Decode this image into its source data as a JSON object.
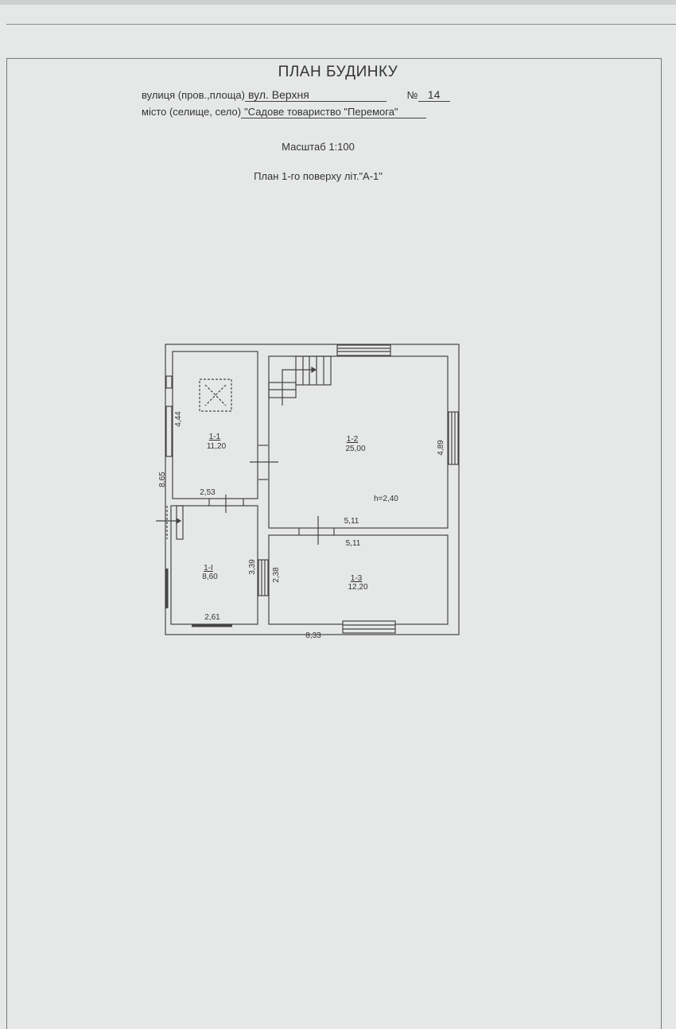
{
  "document": {
    "title": "ПЛАН БУДИНКУ",
    "street_label": "вулиця (пров.,площа)",
    "street_value": "вул. Верхня",
    "number_label": "№",
    "number_value": "14",
    "city_label": "місто (селище, село)",
    "city_value": "\"Садове товариство \"Перемога\"",
    "scale": "Масштаб 1:100",
    "plan_caption": "План 1-го поверху  літ.\"А-1\""
  },
  "plan": {
    "rooms": [
      {
        "id": "1-1",
        "area": "11,20"
      },
      {
        "id": "1-2",
        "area": "25,00"
      },
      {
        "id": "1-I",
        "area": "8,60"
      },
      {
        "id": "1-3",
        "area": "12,20"
      }
    ],
    "dimensions": {
      "left_total": "8,65",
      "room11_height": "4,44",
      "room11_width": "2,53",
      "room12_height": "4,89",
      "room12_width": "5,11",
      "room13_width": "5,11",
      "room1I_height": "3,39",
      "room13_height": "2,38",
      "room1I_width": "2,61",
      "bottom_total": "8,33"
    },
    "ceiling_height": "h=2,40"
  }
}
